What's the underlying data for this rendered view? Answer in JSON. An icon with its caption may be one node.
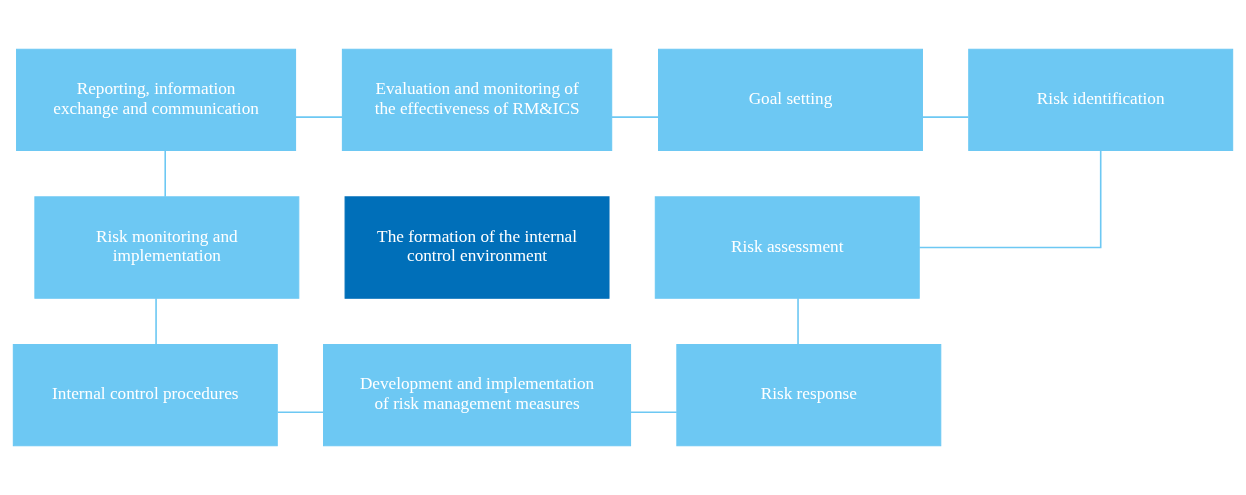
{
  "diagram": {
    "nodes": [
      {
        "text": [
          "Reporting, information exchange and communication"
        ]
      },
      {
        "text": [
          "Evaluation and monitoring of the effectiveness of RM&ICS"
        ]
      },
      {
        "text": [
          "Goal setting"
        ]
      },
      {
        "text": [
          "Risk identification"
        ]
      },
      {
        "text": [
          "Risk monitoring and implementation"
        ]
      },
      {
        "text": [
          "The formation of the internal control environment"
        ]
      },
      {
        "text": [
          "Risk assessment"
        ]
      },
      {
        "text": [
          "Internal control procedures"
        ]
      },
      {
        "text": [
          "Development and implementation of risk management measures"
        ]
      },
      {
        "text": [
          "Risk response"
        ]
      }
    ],
    "edges": [
      {
        "from": 0,
        "to": 1,
        "arrow": "none"
      },
      {
        "from": 1,
        "to": 2,
        "arrow": "none"
      },
      {
        "from": 2,
        "to": 3,
        "arrow": "none"
      },
      {
        "from": 3,
        "to": 6,
        "arrow": "none"
      },
      {
        "from": 6,
        "to": 9,
        "arrow": "none"
      },
      {
        "from": 9,
        "to": 8,
        "arrow": "none"
      },
      {
        "from": 8,
        "to": 7,
        "arrow": "none"
      },
      {
        "from": 7,
        "to": 4,
        "arrow": "none"
      },
      {
        "from": 4,
        "to": 0,
        "arrow": "none"
      }
    ]
  }
}
